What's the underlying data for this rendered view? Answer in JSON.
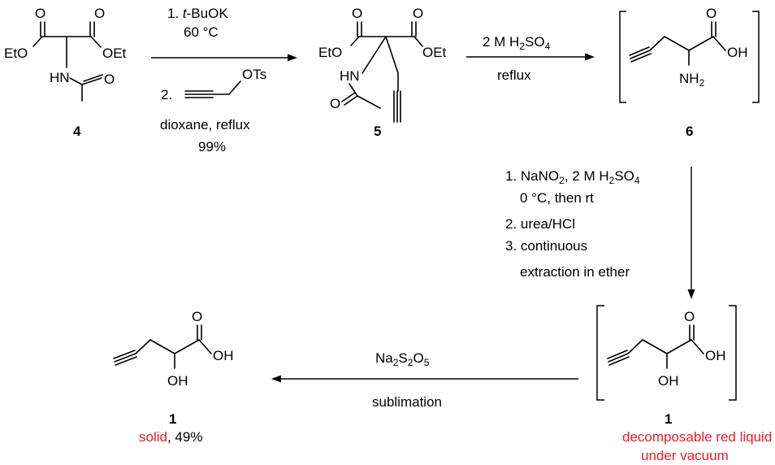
{
  "atoms": {
    "oxygen": "O",
    "ethoxy": "EtO",
    "ethyl_ester": "OEt",
    "amide_nh": "HN",
    "hydroxyl": "OH",
    "hydroxyl_acid": "OH",
    "amine_n": "NH",
    "amine_sub": "2",
    "tosylate": "OTs"
  },
  "compounds": {
    "c4": "4",
    "c5": "5",
    "c6": "6",
    "c1_intermediate": "1",
    "c1_final": "1"
  },
  "step1": {
    "line1_prefix": "1. ",
    "line1_italic": "t",
    "line1_suffix": "-BuOK",
    "line2": "60 °C",
    "reagent2_num": "2.",
    "line3": "dioxane, reflux",
    "yield": "99%"
  },
  "step2": {
    "prefix": "2 M H",
    "sub1": "2",
    "mid": "SO",
    "sub2": "4",
    "condition": "reflux"
  },
  "step3": {
    "l1_prefix": "1. NaNO",
    "l1_sub1": "2",
    "l1_mid": ", 2 M H",
    "l1_sub2": "2",
    "l1_mid2": "SO",
    "l1_sub3": "4",
    "l2": "0 °C, then rt",
    "l3": "2. urea/HCl",
    "l4": "3. continuous",
    "l5": "extraction in ether"
  },
  "step4": {
    "na": "Na",
    "sub1": "2",
    "s": "S",
    "sub2": "2",
    "o": "O",
    "sub3": "5",
    "condition": "sublimation"
  },
  "notes": {
    "intermediate_line1": "decomposable red liquid",
    "intermediate_line2": "under vacuum",
    "final_state": "solid",
    "final_yield": ", 49%"
  },
  "colors": {
    "annotation_red": "#ee1c25",
    "ink": "#000000"
  }
}
